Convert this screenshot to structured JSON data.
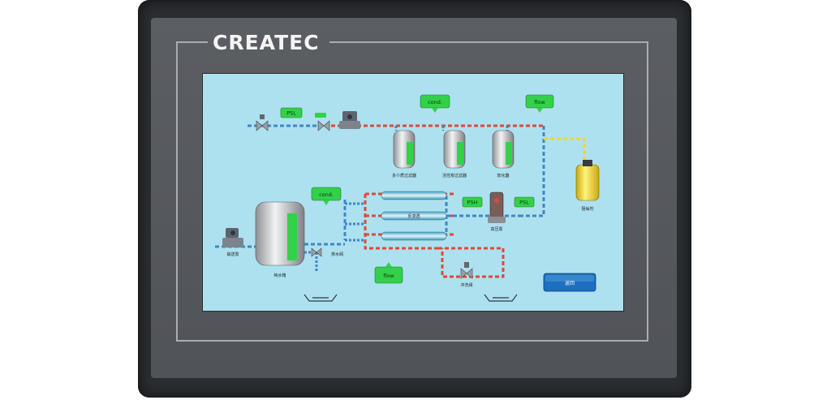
{
  "device": {
    "brand": "CREATEC"
  },
  "hmi": {
    "tags": {
      "psl_1": "PSL",
      "cond_1": "cond.",
      "flow_1": "flow",
      "cond_2": "cond.",
      "psh": "PSH",
      "psl_2": "PSL",
      "flow_2": "flow"
    },
    "labels": {
      "filter_1": "多介质过滤器",
      "filter_2": "活性炭过滤器",
      "filter_3": "软化器",
      "dosing_tank": "阻垢剂",
      "ro_membrane": "反渗透",
      "hp_pump": "高压泵",
      "feed_pump": "输送泵",
      "pure_tank": "纯水箱",
      "drain_valve": "排水阀",
      "flush_valve": "冲洗阀"
    },
    "button": "返回"
  },
  "colors": {
    "screen_bg": "#aee1ef",
    "tag_green": "#33d14a",
    "pipe_blue": "#3f86c9",
    "pipe_red": "#e0483a",
    "pipe_yellow": "#f0d23a",
    "button_blue": "#1d6fbf"
  }
}
